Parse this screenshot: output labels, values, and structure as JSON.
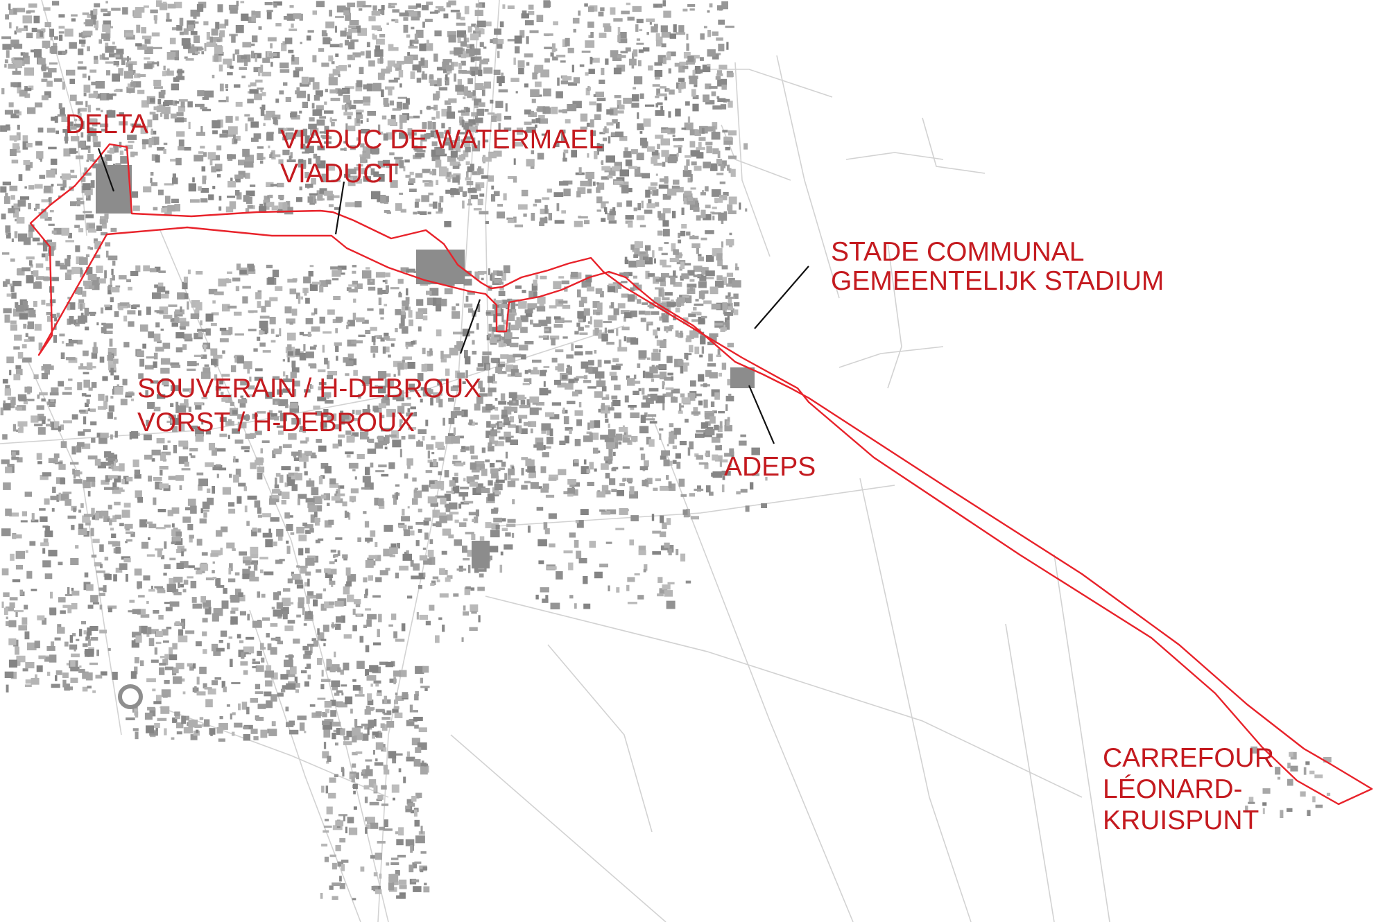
{
  "map": {
    "route_color": "#e8222a",
    "label_color": "#c41a1f",
    "leader_color": "#111111",
    "building_color": "#9e9e9e",
    "road_color": "#d2d2d2",
    "labels": {
      "delta": [
        "DELTA"
      ],
      "viaduct": [
        "VIADUC DE WATERMAEL",
        "VIADUCT"
      ],
      "stadium": [
        "STADE COMMUNAL",
        "GEMEENTELIJK STADIUM"
      ],
      "souverain": [
        "SOUVERAIN / H-DEBROUX",
        "VORST / H-DEBROUX"
      ],
      "adeps": [
        "ADEPS"
      ],
      "carrefour": [
        "CARREFOUR",
        "LÉONARD-",
        "KRUISPUNT"
      ]
    }
  }
}
